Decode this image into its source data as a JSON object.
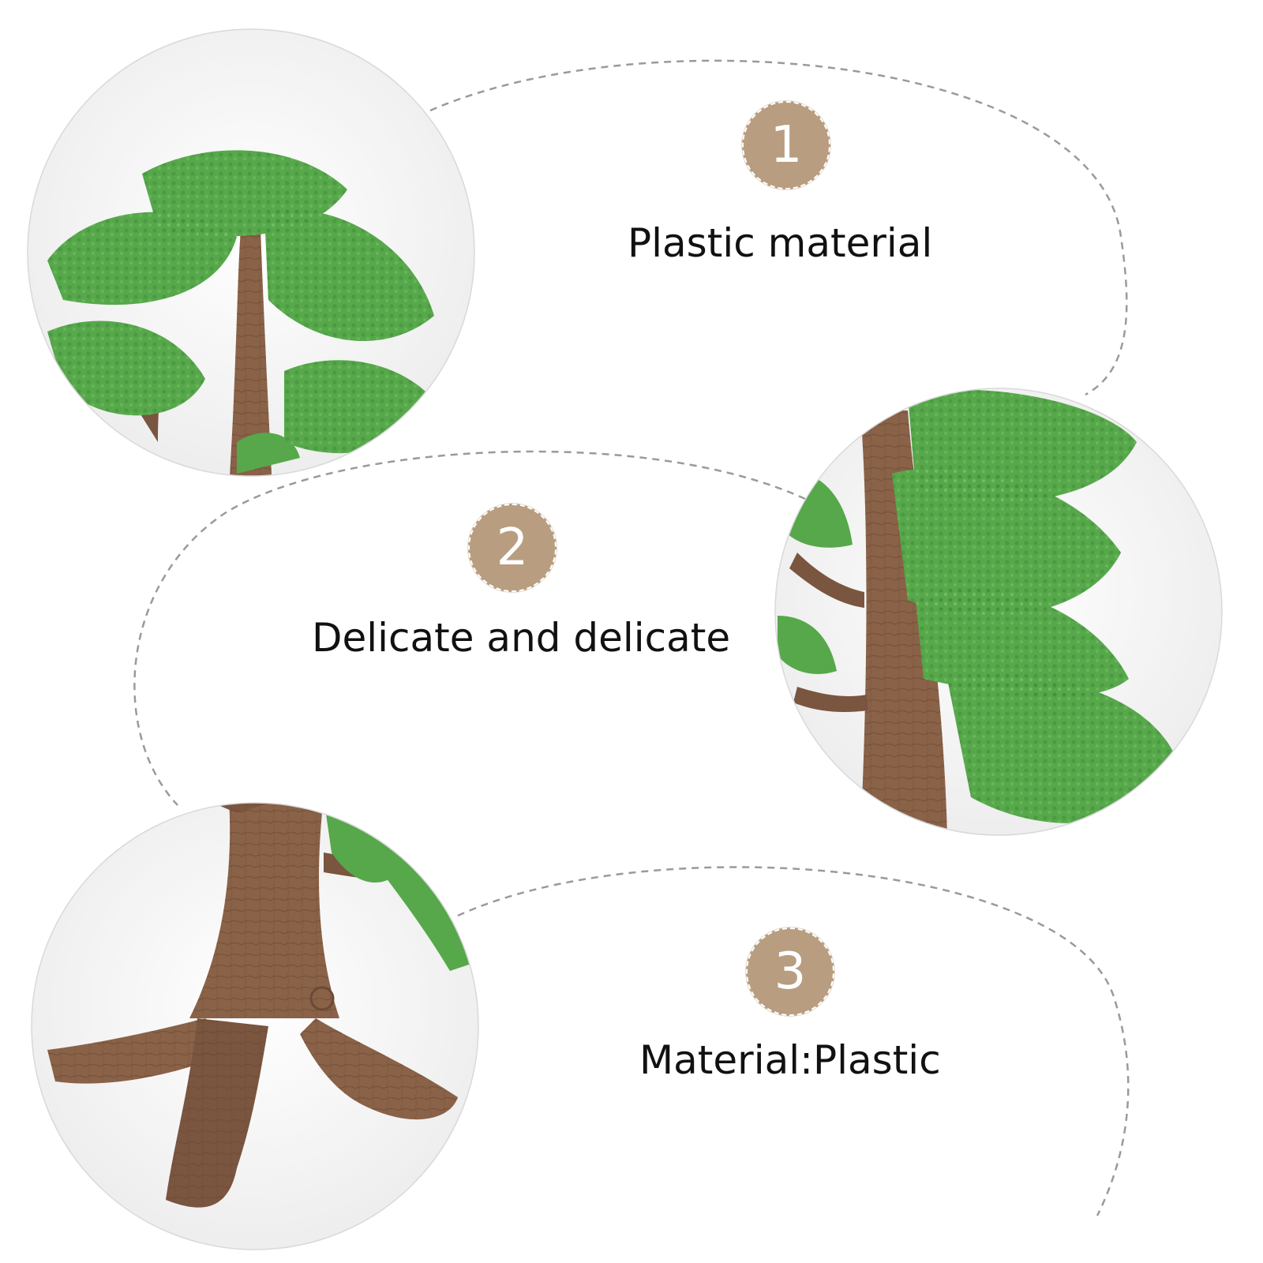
{
  "colors": {
    "badge": "#b89d80",
    "foliage": "#56a84a",
    "foliage_dark": "#3f8a3a",
    "trunk": "#8a6248",
    "trunk_dark": "#6b4a35",
    "dashed_line": "#9a9a9a",
    "text": "#111111"
  },
  "features": [
    {
      "number": "1",
      "label": "Plastic material",
      "photo": "tree-canopy-closeup"
    },
    {
      "number": "2",
      "label": "Delicate and delicate",
      "photo": "tree-trunk-leaves-closeup"
    },
    {
      "number": "3",
      "label": "Material:Plastic",
      "photo": "tree-base-roots-closeup"
    }
  ]
}
